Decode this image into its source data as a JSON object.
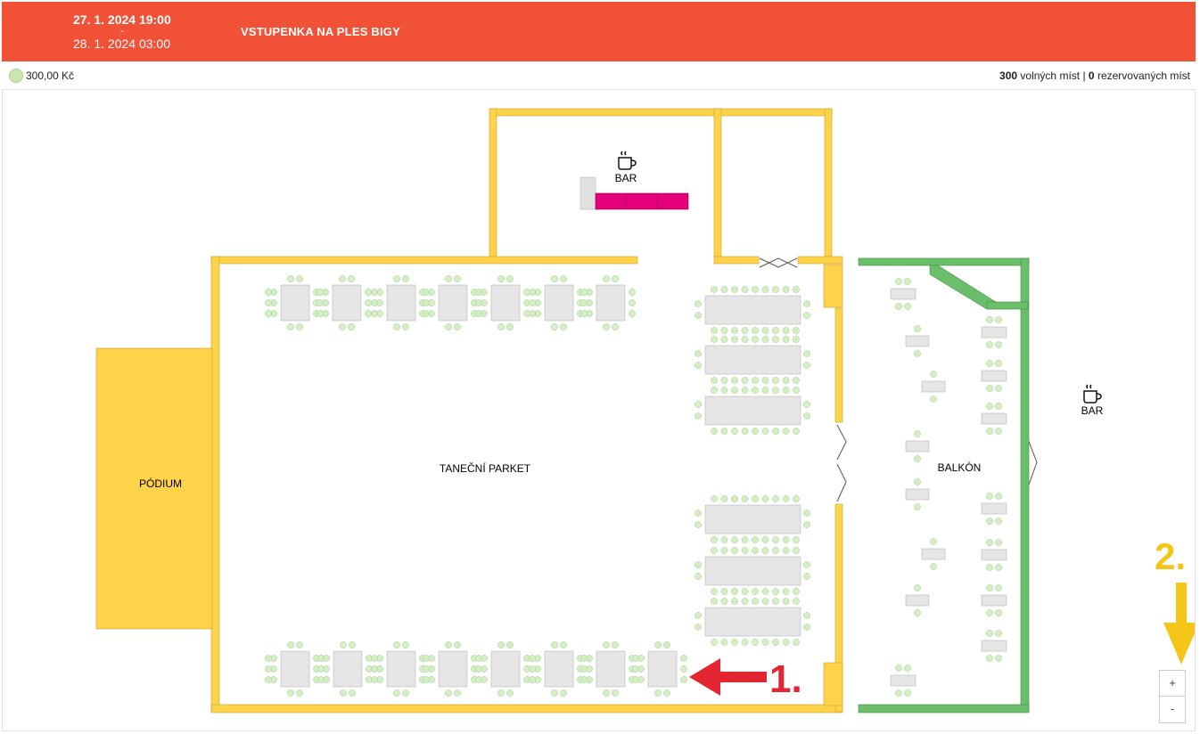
{
  "header": {
    "start": "27. 1. 2024 19:00",
    "separator": "-",
    "end": "28. 1. 2024 03:00",
    "title": "VSTUPENKA NA PLES BIGY",
    "color": "#f15237"
  },
  "info": {
    "price": "300,00 Kč",
    "free_count": "300",
    "free_label": "volných míst",
    "divider": "|",
    "reserved_count": "0",
    "reserved_label": "rezervovaných míst"
  },
  "map": {
    "podium_label": "PÓDIUM",
    "dance_floor_label": "TANEČNÍ PARKET",
    "bar_label": "BAR",
    "balcony_bar_label": "BAR",
    "balcony_label": "BALKÓN",
    "coffee_icon": "coffee-cup-icon",
    "colors": {
      "wall": "#fed249",
      "balcony_wall": "#6bbf6b",
      "bar_counter": "#e3007a",
      "seat": "#d4efc3",
      "table": "#e6e6e6"
    }
  },
  "annotations": {
    "step1": "1.",
    "step2": "2.",
    "step1_color": "#e3262f",
    "step2_color": "#f5c518"
  },
  "zoom": {
    "in": "+",
    "out": "-"
  }
}
